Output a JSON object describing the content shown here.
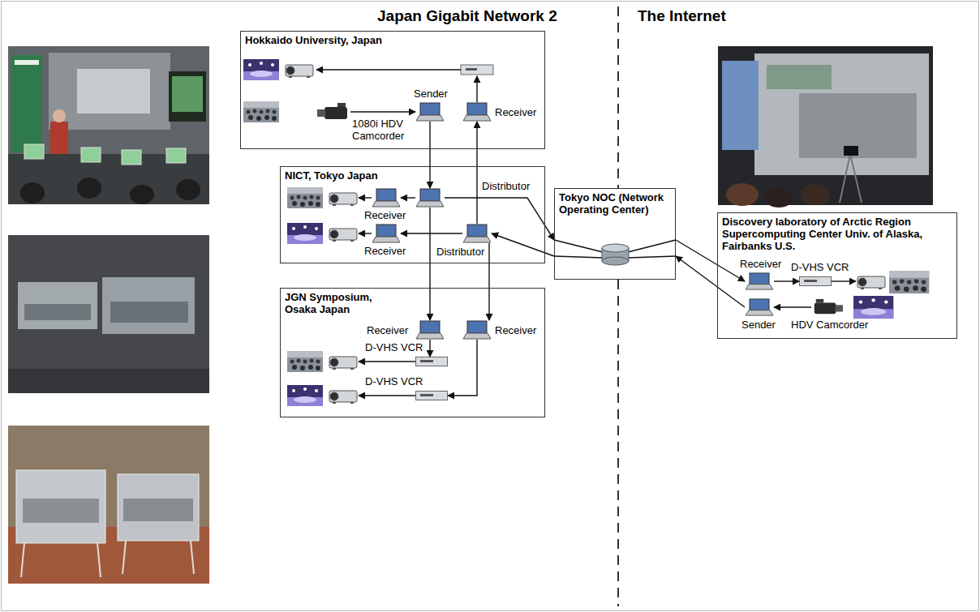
{
  "diagram": {
    "nodes": [
      {
        "text": [
          "Hokkaido University, Japan"
        ]
      },
      {
        "text": [
          "Sender"
        ],
        "in": 0
      },
      {
        "text": [
          "Receiver"
        ],
        "in": 0
      },
      {
        "text": [
          "1080i HDV Camcorder"
        ],
        "in": 0
      },
      {
        "text": [
          "NICT, Tokyo Japan"
        ]
      },
      {
        "text": [
          "Distributor"
        ],
        "in": 4
      },
      {
        "text": [
          "Receiver"
        ],
        "in": 4
      },
      {
        "text": [
          "Distributor"
        ],
        "in": 4
      },
      {
        "text": [
          "Receiver"
        ],
        "in": 4
      },
      {
        "text": [
          "Tokyo NOC (Network Operating Center)"
        ]
      },
      {
        "text": [
          "JGN Symposium, Osaka Japan"
        ]
      },
      {
        "text": [
          "Receiver"
        ],
        "in": 10
      },
      {
        "text": [
          "Receiver"
        ],
        "in": 10
      },
      {
        "text": [
          "D-VHS VCR"
        ],
        "in": 10
      },
      {
        "text": [
          "D-VHS VCR"
        ],
        "in": 10
      },
      {
        "text": [
          "Discovery laboratory of Arctic Region Supercomputing Center Univ. of Alaska, Fairbanks U.S."
        ]
      },
      {
        "text": [
          "Receiver"
        ],
        "in": 15
      },
      {
        "text": [
          "D-VHS VCR"
        ],
        "in": 15
      },
      {
        "text": [
          "Sender"
        ],
        "in": 15
      },
      {
        "text": [
          "HDV Camcorder"
        ],
        "in": 15
      }
    ],
    "edges": [
      {
        "from": 3,
        "to": 1,
        "arrow": "to"
      },
      {
        "from": 1,
        "to": 5,
        "arrow": "to"
      },
      {
        "from": 7,
        "to": 2,
        "arrow": "to"
      },
      {
        "from": 5,
        "to": 6,
        "arrow": "to"
      },
      {
        "from": 7,
        "to": 8,
        "arrow": "to"
      },
      {
        "from": 5,
        "to": 11,
        "arrow": "to"
      },
      {
        "from": 7,
        "to": 12,
        "arrow": "to"
      },
      {
        "from": 5,
        "to": 9,
        "arrow": "to"
      },
      {
        "from": 9,
        "to": 7,
        "arrow": "to"
      },
      {
        "from": 9,
        "to": 16,
        "arrow": "to"
      },
      {
        "from": 18,
        "to": 9,
        "arrow": "to"
      },
      {
        "from": 16,
        "to": 17,
        "arrow": "to"
      },
      {
        "from": 19,
        "to": 18,
        "arrow": "to"
      },
      {
        "from": 11,
        "to": 13,
        "arrow": "to"
      },
      {
        "from": 12,
        "to": 14,
        "arrow": "to"
      }
    ],
    "labels": [
      "Japan Gigabit Network 2",
      "The Internet"
    ]
  }
}
